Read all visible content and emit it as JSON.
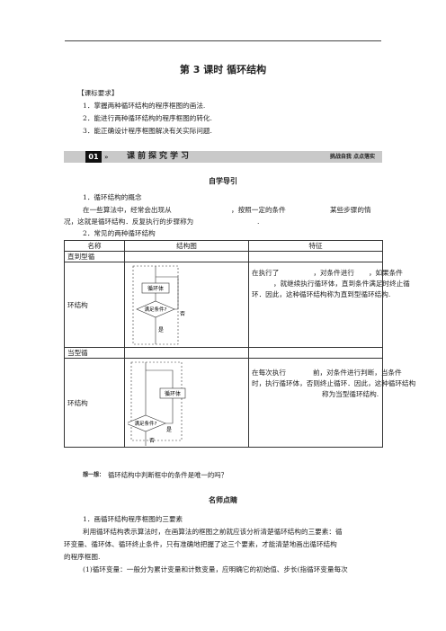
{
  "title": "第 3 课时    循环结构",
  "requirements": {
    "label": "【课标要求】",
    "items": [
      "1．掌握两种循环结构的程序框图的画法.",
      "2．能进行两种循环结构的程序框图的转化.",
      "3．能正确设计程序框图解决有关实际问题."
    ]
  },
  "banner": {
    "number": "01",
    "arrow": "»",
    "title": "课前探究学习",
    "right": "挑战自我  点点落实"
  },
  "self_study": {
    "heading": "自学导引",
    "item1_title": "1．循环结构的概念",
    "item1_line1_a": "在一些算法中，经常会出现从",
    "item1_line1_b": "，按照一定的条件",
    "item1_line1_c": "某些步骤的情",
    "item1_line2_a": "况，这就是循环结构．反复执行的步骤称为",
    "item1_line2_b": ".",
    "item2_title": "2．常见的两种循环结构"
  },
  "table": {
    "headers": [
      "名称",
      "结构图",
      "特征"
    ],
    "row1_name": "直到型循",
    "row1_name2": "环结构",
    "row1_feature_l1_a": "在执行了",
    "row1_feature_l1_b": "，对条件进行",
    "row1_feature_l1_c": "，如果条件",
    "row1_feature_l2": "，就继续执行循环体，直到条件满足时终止循",
    "row1_feature_l3": "环．因此，这种循环结构称为直到型循环结构.",
    "row2_name": "当型循",
    "row2_name2": "环结构",
    "row2_feature_l1_a": "在每次执行",
    "row2_feature_l1_b": "前，对条件进行判断，当条件",
    "row2_feature_l2": "时，执行循环体，否则终止循环．因此，这种循环结构",
    "row2_feature_l3": "称为当型循环结构.",
    "fc": {
      "body": "循环体",
      "cond": "满足条件?",
      "no": "否",
      "yes": "是"
    }
  },
  "think": {
    "label": "想一想：",
    "text": "循环结构中判断框中的条件是唯一的吗？"
  },
  "teacher": {
    "heading": "名师点睛",
    "p1_title": "1．画循环结构程序框图的三要素",
    "p1_l1": "利用循环结构表示算法时，在画算法的框图之前就应该分析清楚循环结构的三要素：循",
    "p1_l2": "环变量、循环体、循环终止条件，只有准确地把握了这三个要素，才能清楚地画出循环结构",
    "p1_l3": "的程序框图.",
    "p1_l4": "(1)循环变量：一般分为累计变量和计数变量，应明确它的初始值、步长(指循环变量每次"
  }
}
